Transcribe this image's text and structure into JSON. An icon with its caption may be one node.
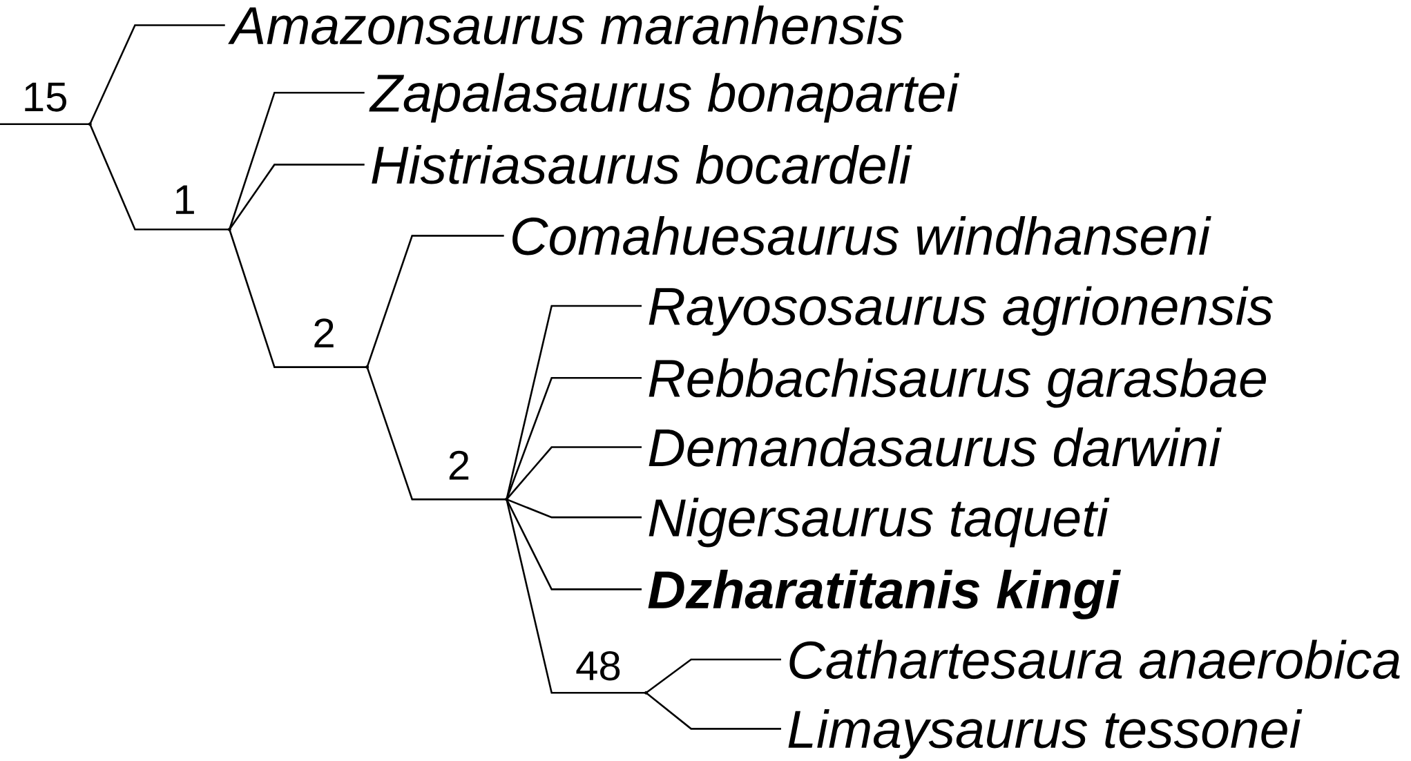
{
  "diagram": {
    "nodes": [
      {
        "text": [
          "Amazonsaurus maranhensis"
        ]
      },
      {
        "text": [],
        "shape": "point"
      },
      {
        "text": [
          "Zapalasaurus bonapartei"
        ]
      },
      {
        "text": [
          "Histriasaurus bocardeli"
        ]
      },
      {
        "text": [],
        "shape": "point"
      },
      {
        "text": [
          "Comahuesaurus windhanseni"
        ]
      },
      {
        "text": [
          "Rayososaurus agrionensis"
        ]
      },
      {
        "text": [
          "Rebbachisaurus garasbae"
        ]
      },
      {
        "text": [],
        "shape": "point"
      },
      {
        "text": [
          "Demandasaurus darwini"
        ]
      },
      {
        "text": [],
        "shape": "point"
      },
      {
        "text": [
          "Nigersaurus taqueti"
        ]
      },
      {
        "text": [
          "Dzharatitanis kingi"
        ]
      },
      {
        "text": [
          "Cathartesaura anaerobica"
        ]
      },
      {
        "text": [],
        "shape": "point"
      },
      {
        "text": [
          "Limaysaurus tessonei"
        ]
      }
    ],
    "edges": [
      {
        "from": null,
        "to": 1,
        "arrow": "none",
        "label": "15"
      },
      {
        "from": 1,
        "to": 0,
        "arrow": "none"
      },
      {
        "from": 1,
        "to": 4,
        "arrow": "none",
        "label": "1"
      },
      {
        "from": 4,
        "to": 2,
        "arrow": "none"
      },
      {
        "from": 4,
        "to": 3,
        "arrow": "none"
      },
      {
        "from": 4,
        "to": 8,
        "arrow": "none",
        "label": "2"
      },
      {
        "from": 8,
        "to": 5,
        "arrow": "none"
      },
      {
        "from": 8,
        "to": 10,
        "arrow": "none",
        "label": "2"
      },
      {
        "from": 10,
        "to": 6,
        "arrow": "none"
      },
      {
        "from": 10,
        "to": 7,
        "arrow": "none"
      },
      {
        "from": 10,
        "to": 9,
        "arrow": "none"
      },
      {
        "from": 10,
        "to": 11,
        "arrow": "none"
      },
      {
        "from": 10,
        "to": 12,
        "arrow": "none"
      },
      {
        "from": 10,
        "to": 14,
        "arrow": "none",
        "label": "48"
      },
      {
        "from": 14,
        "to": 13,
        "arrow": "none"
      },
      {
        "from": 14,
        "to": 15,
        "arrow": "none"
      }
    ]
  }
}
